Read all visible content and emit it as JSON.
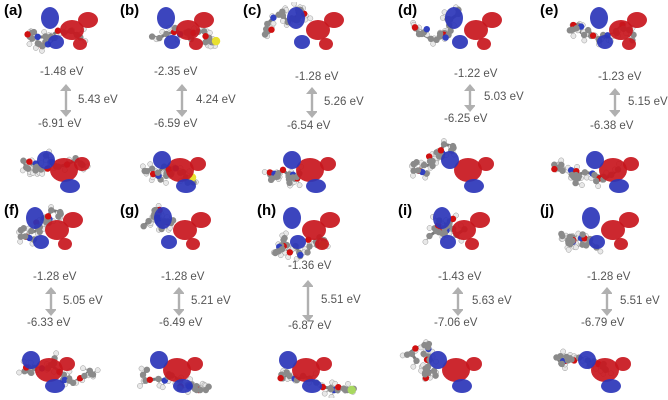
{
  "panels": [
    {
      "label": "(a)",
      "lumo": "-1.48 eV",
      "gap": "5.43 eV",
      "homo": "-6.91 eV"
    },
    {
      "label": "(b)",
      "lumo": "-2.35 eV",
      "gap": "4.24 eV",
      "homo": "-6.59 eV"
    },
    {
      "label": "(c)",
      "lumo": "-1.28 eV",
      "gap": "5.26 eV",
      "homo": "-6.54 eV"
    },
    {
      "label": "(d)",
      "lumo": "-1.22 eV",
      "gap": "5.03 eV",
      "homo": "-6.25 eV"
    },
    {
      "label": "(e)",
      "lumo": "-1.23 eV",
      "gap": "5.15 eV",
      "homo": "-6.38 eV"
    },
    {
      "label": "(f)",
      "lumo": "-1.28 eV",
      "gap": "5.05 eV",
      "homo": "-6.33 eV"
    },
    {
      "label": "(g)",
      "lumo": "-1.28 eV",
      "gap": "5.21 eV",
      "homo": "-6.49 eV"
    },
    {
      "label": "(h)",
      "lumo": "-1.36 eV",
      "gap": "5.51 eV",
      "homo": "-6.87 eV"
    },
    {
      "label": "(i)",
      "lumo": "-1.43 eV",
      "gap": "5.63 eV",
      "homo": "-7.06 eV"
    },
    {
      "label": "(j)",
      "lumo": "-1.28 eV",
      "gap": "5.51 eV",
      "homo": "-6.79 eV"
    }
  ],
  "colors": {
    "orbital_positive": "#c8161d",
    "orbital_negative": "#2b35b8",
    "carbon": "#8a8a8a",
    "hydrogen": "#e8e8e8",
    "oxygen": "#d01010",
    "nitrogen": "#3040c0",
    "sulfur": "#e8e030",
    "fluorine": "#a8d860",
    "text": "#555555",
    "arrow": "#b0b0b0"
  }
}
